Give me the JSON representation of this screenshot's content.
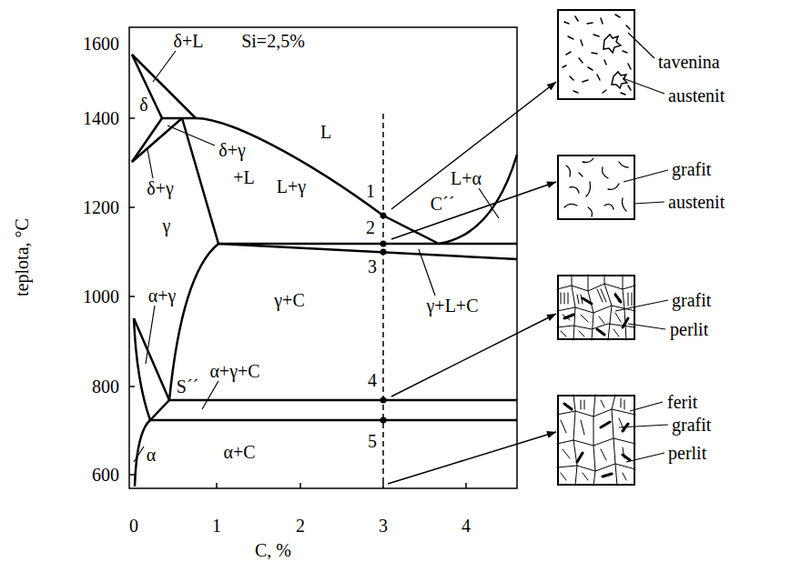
{
  "diagram": {
    "nodes": [
      {
        "text": [
          "tavenina",
          "austenit"
        ]
      },
      {
        "text": [
          "grafit",
          "austenit"
        ]
      },
      {
        "text": [
          "grafit",
          "perlit"
        ]
      },
      {
        "text": [
          "ferit",
          "grafit",
          "perlit"
        ]
      }
    ],
    "labels": [
      "1600",
      "δ+L",
      "Si=2,5%",
      "1400",
      "δ",
      "L",
      "δ+γ",
      "+L",
      "L+γ",
      "L+α",
      "δ+γ",
      "1",
      "1200",
      "γ",
      "C´´",
      "2",
      "3",
      "1000",
      "γ+C",
      "γ+L+C",
      "α+γ",
      "α+γ+C",
      "4",
      "S´´",
      "800",
      "5",
      "α",
      "α+C",
      "600",
      "teplota, °C",
      "0",
      "1",
      "2",
      "3",
      "4",
      "C, %"
    ]
  }
}
